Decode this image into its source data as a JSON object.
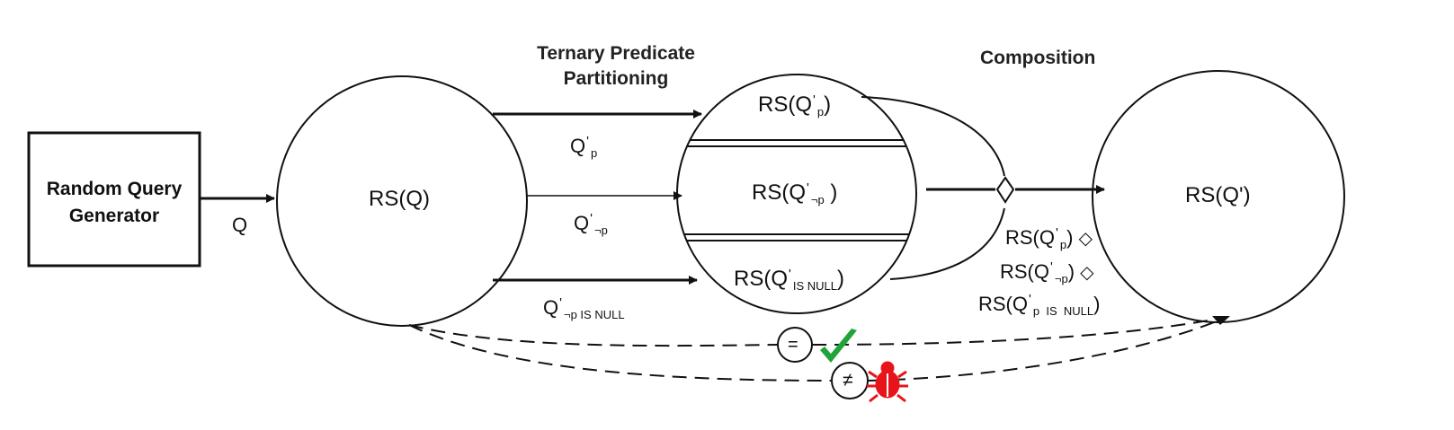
{
  "titles": {
    "partitioning": "Ternary Predicate Partitioning",
    "composition": "Composition"
  },
  "generator": {
    "label_line1": "Random Query",
    "label_line2": "Generator"
  },
  "edge_q": "Q",
  "rs_q": "RS(Q)",
  "partitions": {
    "p": {
      "base": "RS(Q",
      "prime": "'",
      "sub": "p",
      "close": ")"
    },
    "not_p": {
      "base": "RS(Q",
      "prime": "'",
      "sub": "¬p",
      "close": " )"
    },
    "is_null": {
      "base": "RS(Q",
      "prime": "'",
      "sub": "IS NULL",
      "close": ")"
    }
  },
  "edges": {
    "p": {
      "base": "Q",
      "prime": "'",
      "sub": "p"
    },
    "not_p": {
      "base": "Q",
      "prime": "'",
      "sub": "¬p"
    },
    "is_null": {
      "base": "Q",
      "prime": "'",
      "sub": "¬p IS NULL"
    }
  },
  "composition_operator": "◇",
  "composition_expr": {
    "line1": {
      "base": "RS(Q",
      "prime": "'",
      "sub": "p",
      "close": ")",
      "op": "◇"
    },
    "line2": {
      "base": "RS(Q",
      "prime": "'",
      "sub": "¬p",
      "close": ")",
      "op": "◇"
    },
    "line3": {
      "base": "RS(Q",
      "prime": "'",
      "sub": "p  IS  NULL",
      "close": ")"
    }
  },
  "rs_q_prime": "RS(Q')",
  "comparison": {
    "equal": {
      "symbol": "=",
      "result_icon": "check-icon",
      "color": "#22a33a"
    },
    "not_equal": {
      "symbol": "≠",
      "result_icon": "bug-icon",
      "color": "#e8141c"
    }
  }
}
